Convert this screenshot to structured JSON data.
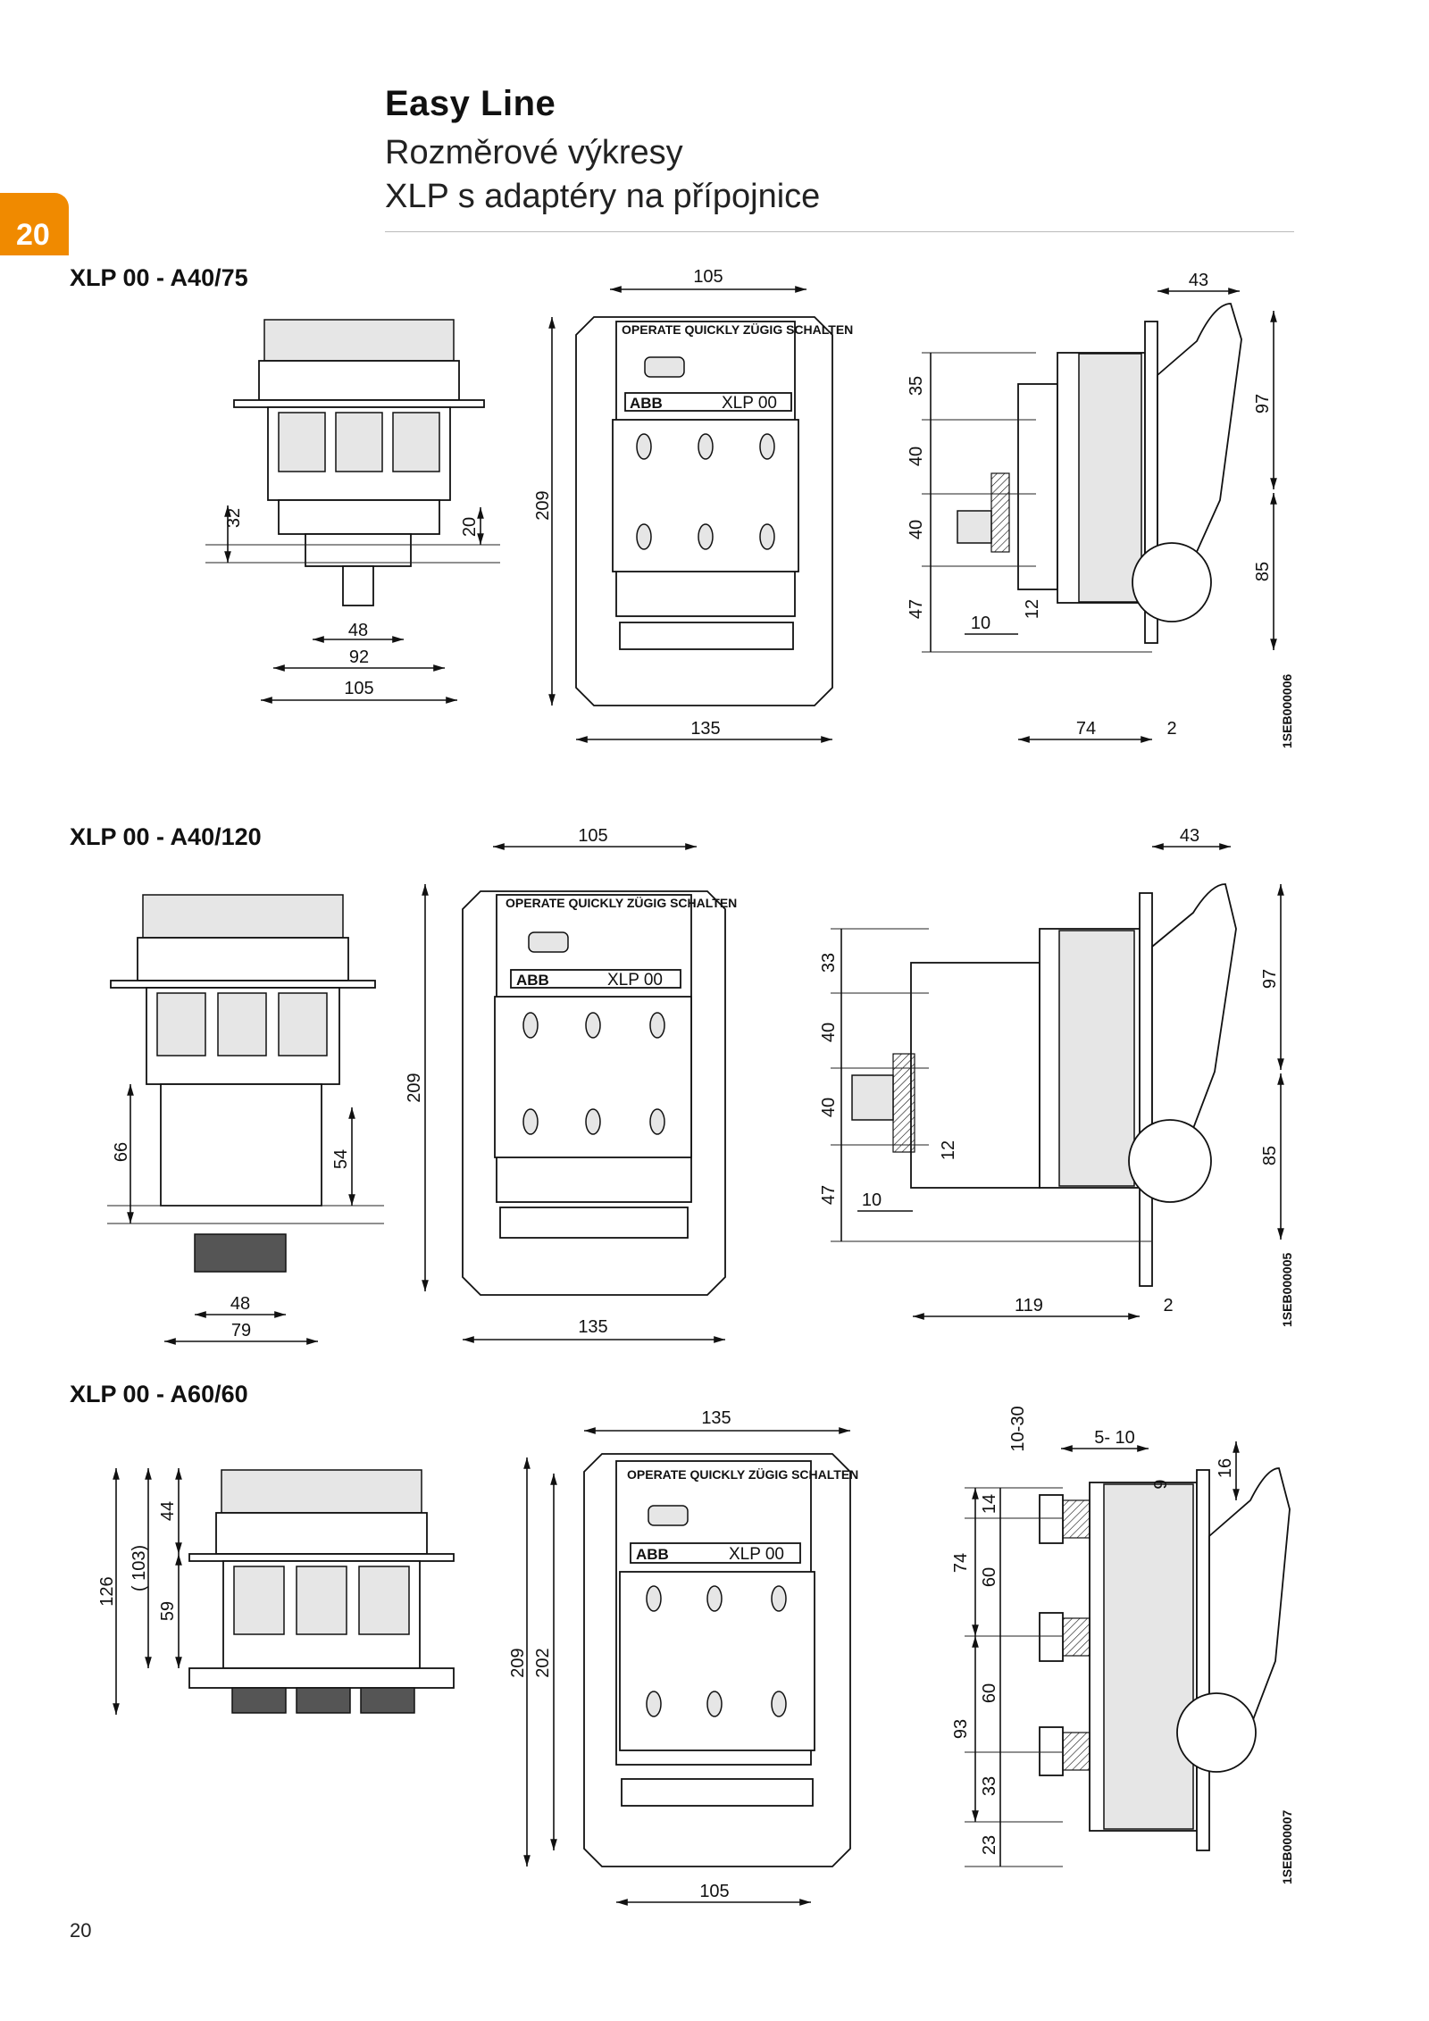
{
  "header": {
    "title": "Easy Line",
    "subtitle_1": "Rozměrové výkresy",
    "subtitle_2": "XLP s adaptéry na přípojnice",
    "tab_number": "20",
    "accent_color": "#f08a00"
  },
  "sections": [
    {
      "label": "XLP 00 - A40/75",
      "drawing_code": "1SEB000006",
      "front": {
        "dims": [
          "32",
          "20",
          "48",
          "92",
          "105"
        ]
      },
      "top": {
        "width": "105",
        "height": "209",
        "outer": "135",
        "label_operate": "OPERATE QUICKLY   ZÜGIG SCHALTEN",
        "brand": "ABB",
        "model": "XLP 00"
      },
      "side": {
        "dims": [
          "43",
          "35",
          "40",
          "40",
          "47",
          "10",
          "12",
          "97",
          "85",
          "74",
          "2"
        ]
      }
    },
    {
      "label": "XLP 00 - A40/120",
      "drawing_code": "1SEB000005",
      "front": {
        "dims": [
          "66",
          "54",
          "48",
          "79"
        ]
      },
      "top": {
        "width": "105",
        "height": "209",
        "outer": "135",
        "label_operate": "OPERATE QUICKLY   ZÜGIG SCHALTEN",
        "brand": "ABB",
        "model": "XLP 00"
      },
      "side": {
        "dims": [
          "43",
          "33",
          "40",
          "40",
          "47",
          "10",
          "12",
          "97",
          "85",
          "119",
          "2"
        ]
      }
    },
    {
      "label": "XLP 00 - A60/60",
      "drawing_code": "1SEB000007",
      "front": {
        "dims": [
          "126",
          "( 103)",
          "44",
          "59"
        ]
      },
      "top": {
        "width_top": "135",
        "width_bottom": "105",
        "height_outer": "209",
        "height_inner": "202",
        "label_operate": "OPERATE QUICKLY   ZÜGIG SCHALTEN",
        "brand": "ABB",
        "model": "XLP 00"
      },
      "side": {
        "dims": [
          "10-30",
          "5- 10",
          "9",
          "16",
          "14",
          "74",
          "60",
          "60",
          "93",
          "33",
          "23"
        ]
      }
    }
  ],
  "page_number": "20"
}
